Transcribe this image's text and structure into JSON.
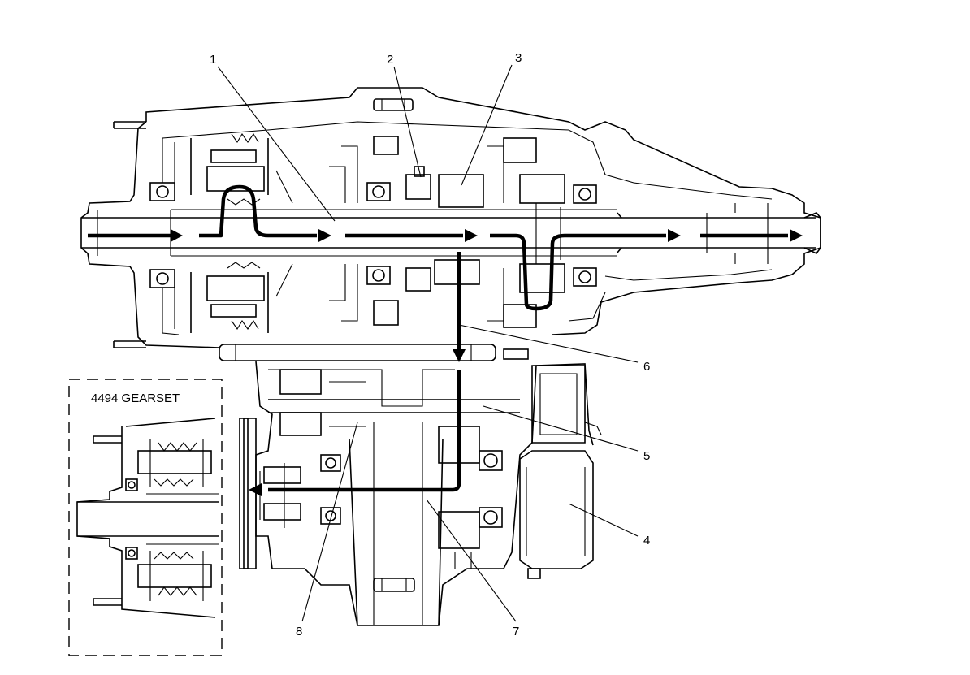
{
  "diagram": {
    "callouts": [
      {
        "id": "1",
        "text": "1"
      },
      {
        "id": "2",
        "text": "2"
      },
      {
        "id": "3",
        "text": "3"
      },
      {
        "id": "4",
        "text": "4"
      },
      {
        "id": "5",
        "text": "5"
      },
      {
        "id": "6",
        "text": "6"
      },
      {
        "id": "7",
        "text": "7"
      },
      {
        "id": "8",
        "text": "8"
      }
    ],
    "inset": {
      "title": "4494 GEARSET"
    }
  }
}
